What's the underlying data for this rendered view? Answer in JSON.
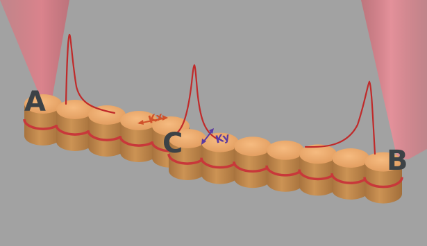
{
  "labels": {
    "site_a": "A",
    "site_b": "B",
    "site_c": "C",
    "coupling_x": "Kx",
    "coupling_y": "Ky"
  },
  "colors": {
    "background": "#a2a2a2",
    "pillar_top": "#f0ab6e",
    "pillar_side": "#c0894e",
    "stripe": "#c8383a",
    "laser_beam": "#e07a82",
    "pulse_line": "#c02a2a",
    "coupling_kx": "#d0502a",
    "coupling_ky": "#5a3aa0",
    "site_label": "#3c4246"
  }
}
